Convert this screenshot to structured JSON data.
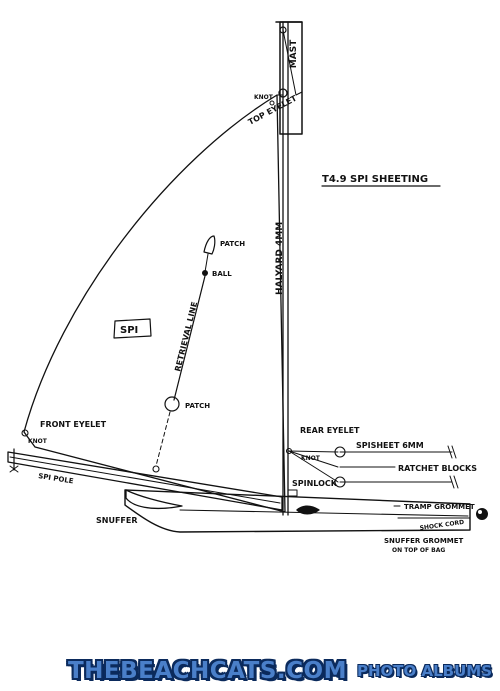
{
  "diagram": {
    "title": "T4.9 SPI SHEETING",
    "labels": {
      "mast": "MAST",
      "knot_top": "KNOT",
      "top_eyelet": "TOP EYELET",
      "halyard": "HALYARD 4MM",
      "patch_top": "PATCH",
      "ball": "BALL",
      "sail": "SPI",
      "retrieval_line": "RETRIEVAL LINE",
      "patch_mid": "PATCH",
      "front_eyelet": "FRONT EYELET",
      "knot_front": "KNOT",
      "spi_pole": "SPI POLE",
      "rear_eyelet": "REAR EYELET",
      "knot_rear": "KNOT",
      "spisheet": "SPISHEET 6MM",
      "ratchet_blocks": "RATCHET BLOCKS",
      "spinlock": "SPINLOCK",
      "tramp_grommet": "TRAMP GROMMET",
      "shock_cord": "SHOCK CORD",
      "snuffer": "SNUFFER",
      "snuffer_grommet": "SNUFFER GROMMET",
      "snuffer_grommet_note": "ON TOP OF BAG"
    }
  },
  "brand": {
    "main": "THEBEACHCATS.COM",
    "sub": "PHOTO ALBUMS"
  }
}
